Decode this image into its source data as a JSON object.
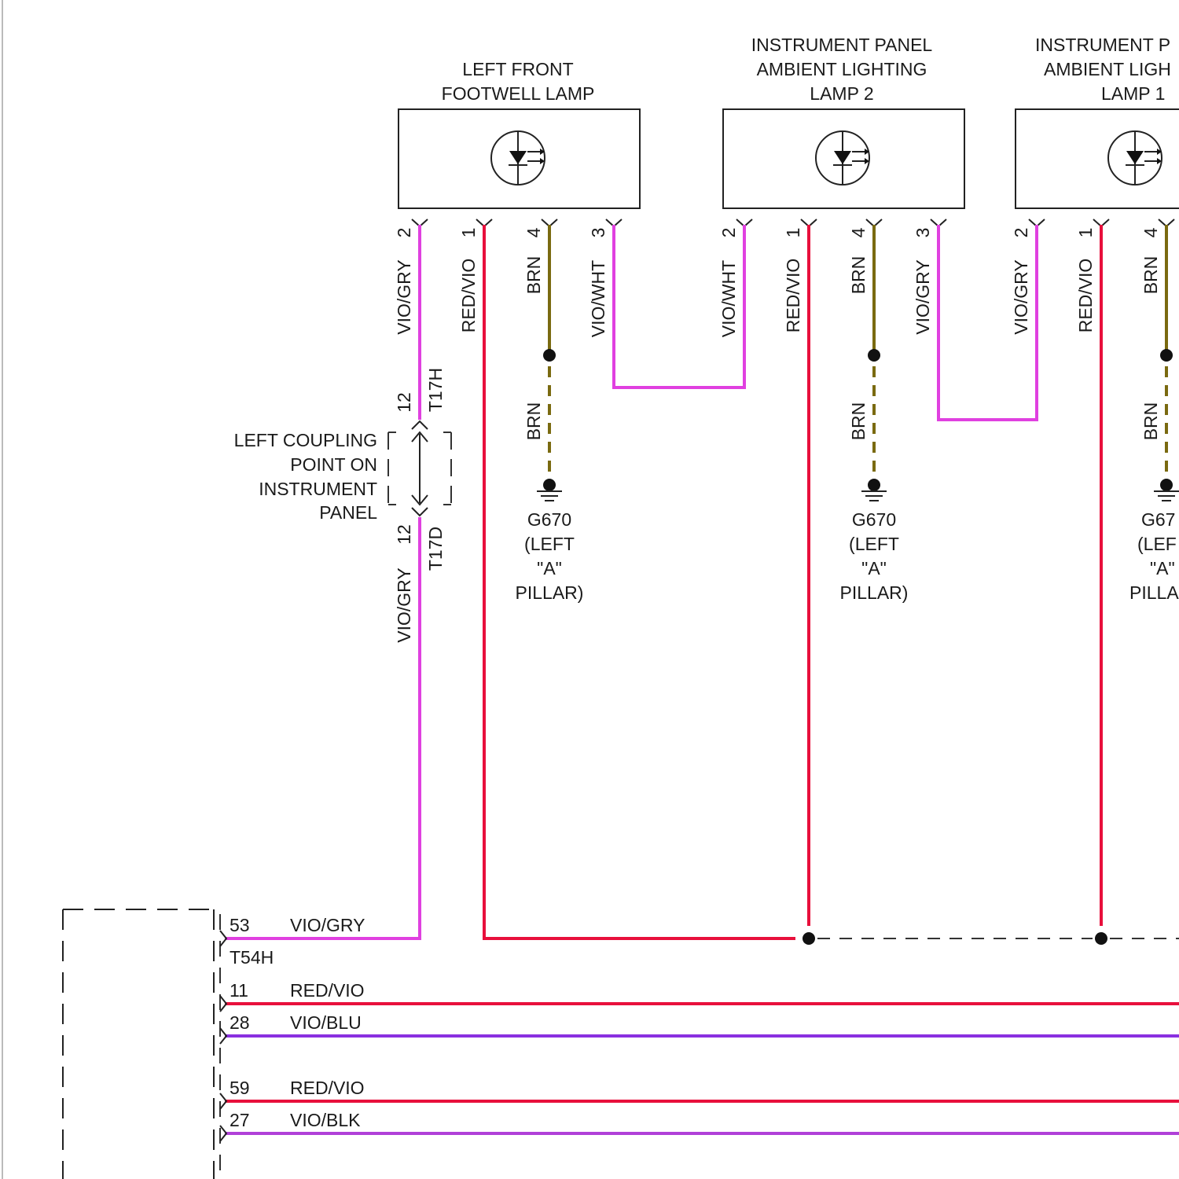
{
  "components": [
    {
      "id": "lf",
      "title": [
        "LEFT FRONT",
        "FOOTWELL LAMP"
      ]
    },
    {
      "id": "ip2",
      "title": [
        "INSTRUMENT PANEL",
        "AMBIENT LIGHTING",
        "LAMP 2"
      ]
    },
    {
      "id": "ip1",
      "title": [
        "INSTRUMENT P",
        "AMBIENT LIGH",
        "LAMP 1"
      ]
    }
  ],
  "pins": {
    "lf": [
      {
        "pin": "2",
        "wire": "VIO/GRY"
      },
      {
        "pin": "1",
        "wire": "RED/VIO"
      },
      {
        "pin": "4",
        "wire": "BRN"
      },
      {
        "pin": "3",
        "wire": "VIO/WHT"
      }
    ],
    "ip2": [
      {
        "pin": "2",
        "wire": "VIO/WHT"
      },
      {
        "pin": "1",
        "wire": "RED/VIO"
      },
      {
        "pin": "4",
        "wire": "BRN"
      },
      {
        "pin": "3",
        "wire": "VIO/GRY"
      }
    ],
    "ip1": [
      {
        "pin": "2",
        "wire": "VIO/GRY"
      },
      {
        "pin": "1",
        "wire": "RED/VIO"
      },
      {
        "pin": "4",
        "wire": "BRN"
      }
    ]
  },
  "grounds": [
    {
      "wire": "BRN",
      "label": [
        "G670",
        "(LEFT",
        "\"A\"",
        "PILLAR)"
      ]
    },
    {
      "wire": "BRN",
      "label": [
        "G670",
        "(LEFT",
        "\"A\"",
        "PILLAR)"
      ]
    },
    {
      "wire": "BRN",
      "label": [
        "G67",
        "(LEF",
        "\"A\"",
        "PILLA"
      ]
    }
  ],
  "coupling": {
    "label": [
      "LEFT COUPLING",
      "POINT ON",
      "INSTRUMENT",
      "PANEL"
    ],
    "upper_pin": "12",
    "upper_connector": "T17H",
    "lower_pin": "12",
    "lower_connector": "T17D",
    "lower_wire": "VIO/GRY"
  },
  "module": {
    "connector": "T54H",
    "pins": [
      {
        "pin": "53",
        "wire": "VIO/GRY"
      },
      {
        "pin": "11",
        "wire": "RED/VIO"
      },
      {
        "pin": "28",
        "wire": "VIO/BLU"
      },
      {
        "pin": "59",
        "wire": "RED/VIO"
      },
      {
        "pin": "27",
        "wire": "VIO/BLK"
      }
    ]
  },
  "colors": {
    "VIO": "#e040e0",
    "RED": "#e8103c",
    "BRN": "#7a6a10",
    "VIO_BLU": "#8a30e0"
  }
}
